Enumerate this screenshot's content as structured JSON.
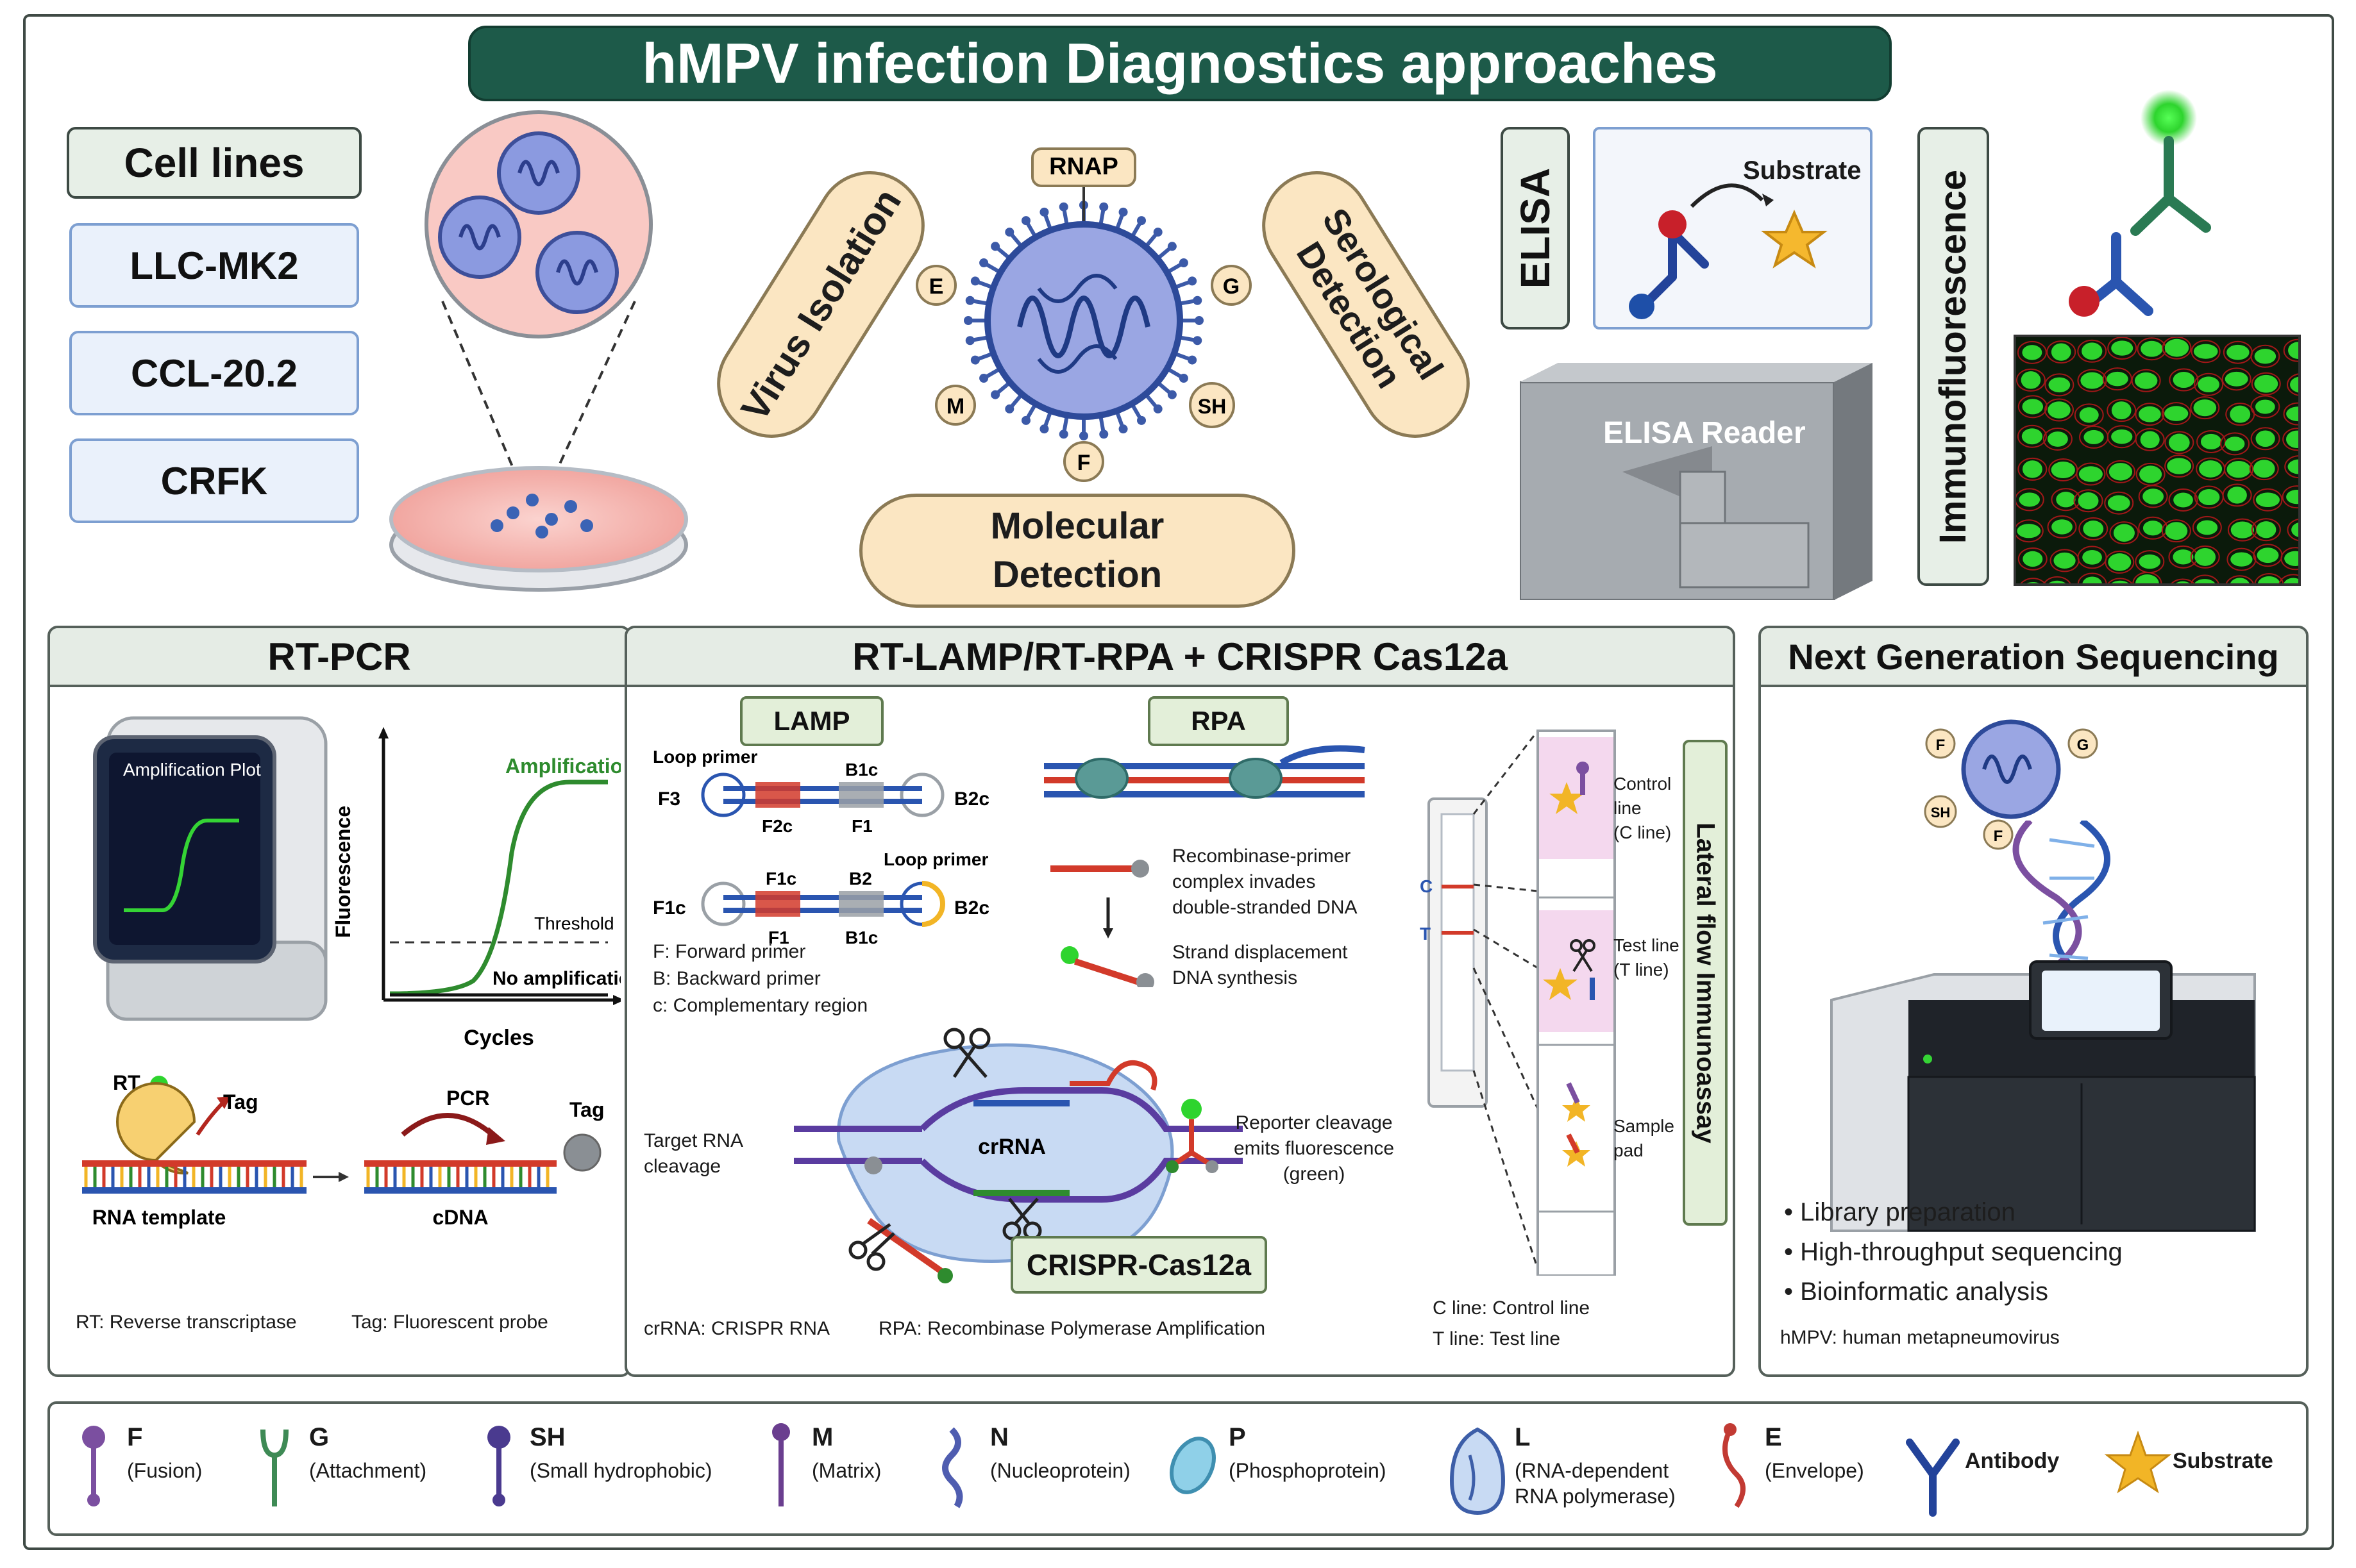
{
  "title": "hMPV infection Diagnostics approaches",
  "cell_lines": {
    "heading": "Cell lines",
    "items": [
      "LLC-MK2",
      "CCL-20.2",
      "CRFK"
    ]
  },
  "approaches": {
    "virus_isolation": "Virus Isolation",
    "serological": "Serological Detection",
    "molecular": "Molecular Detection"
  },
  "virion_labels": {
    "rnap": "RNAP",
    "e": "E",
    "g": "G",
    "m": "M",
    "sh": "SH",
    "f": "F"
  },
  "elisa": {
    "label": "ELISA",
    "substrate": "Substrate",
    "reader": "ELISA Reader"
  },
  "immunofluorescence": "Immunofluorescence",
  "rtpcr": {
    "heading": "RT-PCR",
    "screen_title": "Amplification Plot",
    "y_axis": "Fluorescence",
    "x_axis": "Cycles",
    "amplification": "Amplification",
    "threshold": "Threshold",
    "no_amplification": "No amplification",
    "rt": "RT",
    "tag_arrow": "Tag",
    "pcr": "PCR",
    "tag_probe": "Tag",
    "rna_template": "RNA template",
    "cdna": "cDNA",
    "footer_rt": "RT: Reverse transcriptase",
    "footer_tag": "Tag: Fluorescent probe"
  },
  "lamp_rpa": {
    "heading": "RT-LAMP/RT-RPA + CRISPR Cas12a",
    "lamp": "LAMP",
    "rpa": "RPA",
    "loop_primer_1": "Loop primer",
    "loop_primer_2": "Loop primer",
    "f3": "F3",
    "f2c": "F2c",
    "b1c_top": "B1c",
    "f1_top": "F1",
    "b2c_top": "B2c",
    "f1c_left": "F1c",
    "f1c_mid": "F1c",
    "f1_mid": "F1",
    "b2": "B2",
    "b1c_mid": "B1c",
    "b2c_mid": "B2c",
    "legend_f": "F: Forward primer",
    "legend_b": "B: Backward primer",
    "legend_c": "c: Complementary region",
    "rpa_note_1": [
      "Recombinase-primer",
      "complex invades",
      "double-stranded DNA"
    ],
    "rpa_note_2": [
      "Strand displacement",
      "DNA synthesis"
    ],
    "crrna": "crRNA",
    "target_cleavage": [
      "Target RNA",
      "cleavage"
    ],
    "reporter": [
      "Reporter cleavage",
      "emits fluorescence",
      "(green)"
    ],
    "crispr_label": "CRISPR-Cas12a",
    "footer_crrna": "crRNA: CRISPR RNA",
    "footer_rpa": "RPA: Recombinase Polymerase Amplification",
    "lfa_title": "Lateral flow Immunoassay",
    "control_line": [
      "Control",
      "line",
      "(C line)"
    ],
    "test_line": [
      "Test line",
      "(T line)"
    ],
    "sample_pad": [
      "Sample",
      "pad"
    ],
    "c": "C",
    "t": "T",
    "footer_c": "C line: Control line",
    "footer_t": "T line: Test line"
  },
  "ngs": {
    "heading": "Next Generation Sequencing",
    "bullets": [
      "Library preparation",
      "High-throughput sequencing",
      "Bioinformatic analysis"
    ],
    "footer": "hMPV: human metapneumovirus",
    "mini_labels": {
      "f_top": "F",
      "g": "G",
      "sh": "SH",
      "f_bottom": "F"
    }
  },
  "legend": [
    {
      "name": "F",
      "sub": "(Fusion)",
      "icon": "fusion-protein-icon",
      "color": "#7b4fa0"
    },
    {
      "name": "G",
      "sub": "(Attachment)",
      "icon": "attachment-protein-icon",
      "color": "#3e8a55"
    },
    {
      "name": "SH",
      "sub": "(Small hydrophobic)",
      "icon": "small-hydrophobic-protein-icon",
      "color": "#4a3a8f"
    },
    {
      "name": "M",
      "sub": "(Matrix)",
      "icon": "matrix-protein-icon",
      "color": "#6a3e8f"
    },
    {
      "name": "N",
      "sub": "(Nucleoprotein)",
      "icon": "nucleoprotein-icon",
      "color": "#4f5db0"
    },
    {
      "name": "P",
      "sub": "(Phosphoprotein)",
      "icon": "phosphoprotein-icon",
      "color": "#3f8fb0"
    },
    {
      "name": "L",
      "sub": "(RNA-dependent\nRNA polymerase)",
      "icon": "polymerase-icon",
      "color": "#3d5ea8"
    },
    {
      "name": "E",
      "sub": "(Envelope)",
      "icon": "envelope-protein-icon",
      "color": "#c23a33"
    },
    {
      "name": "Antibody",
      "sub": "",
      "icon": "antibody-icon",
      "color": "#23439a"
    },
    {
      "name": "Substrate",
      "sub": "",
      "icon": "substrate-star-icon",
      "color": "#f2b526"
    }
  ],
  "colors": {
    "title_bg": "#1d5a49",
    "pill_orange": "#fbe6c2",
    "virus_blue": "#7f8fd6",
    "fluor_green": "#2ed42e",
    "curve_green": "#2e8b2e"
  }
}
